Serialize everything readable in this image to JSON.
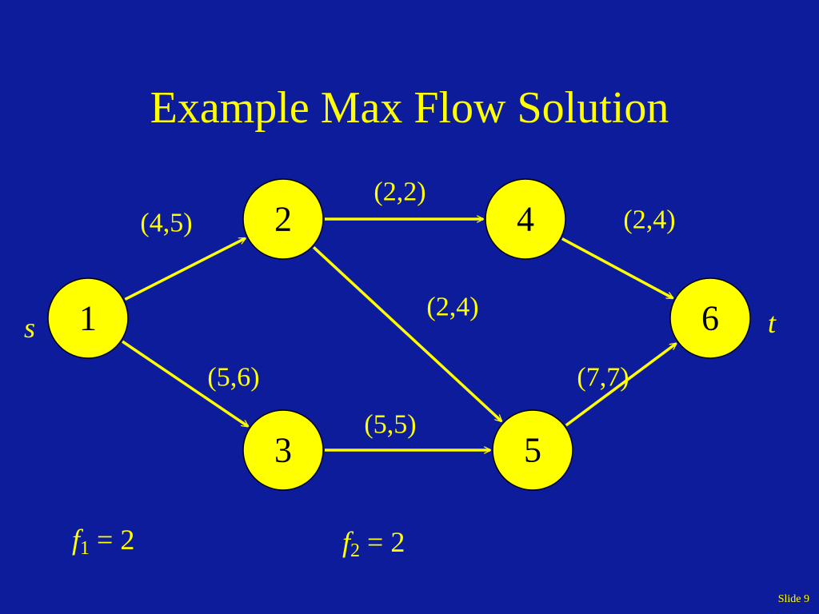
{
  "title": "Example Max Flow Solution",
  "colors": {
    "background": "#0c1c9a",
    "accent": "#ffff00",
    "node_stroke": "#000000",
    "text": "#000000"
  },
  "nodes": [
    {
      "id": "1",
      "label": "1"
    },
    {
      "id": "2",
      "label": "2"
    },
    {
      "id": "3",
      "label": "3"
    },
    {
      "id": "4",
      "label": "4"
    },
    {
      "id": "5",
      "label": "5"
    },
    {
      "id": "6",
      "label": "6"
    }
  ],
  "edges": [
    {
      "from": "1",
      "to": "2",
      "label": "(4,5)"
    },
    {
      "from": "1",
      "to": "3",
      "label": "(5,6)"
    },
    {
      "from": "2",
      "to": "4",
      "label": "(2,2)"
    },
    {
      "from": "2",
      "to": "5",
      "label": "(2,4)"
    },
    {
      "from": "3",
      "to": "5",
      "label": "(5,5)"
    },
    {
      "from": "4",
      "to": "6",
      "label": "(2,4)"
    },
    {
      "from": "5",
      "to": "6",
      "label": "(7,7)"
    }
  ],
  "source_label": "s",
  "sink_label": "t",
  "flows": [
    {
      "var": "f",
      "sub": "1",
      "rest": " = 2"
    },
    {
      "var": "f",
      "sub": "2",
      "rest": " = 2"
    }
  ],
  "slide_number": "Slide 9"
}
